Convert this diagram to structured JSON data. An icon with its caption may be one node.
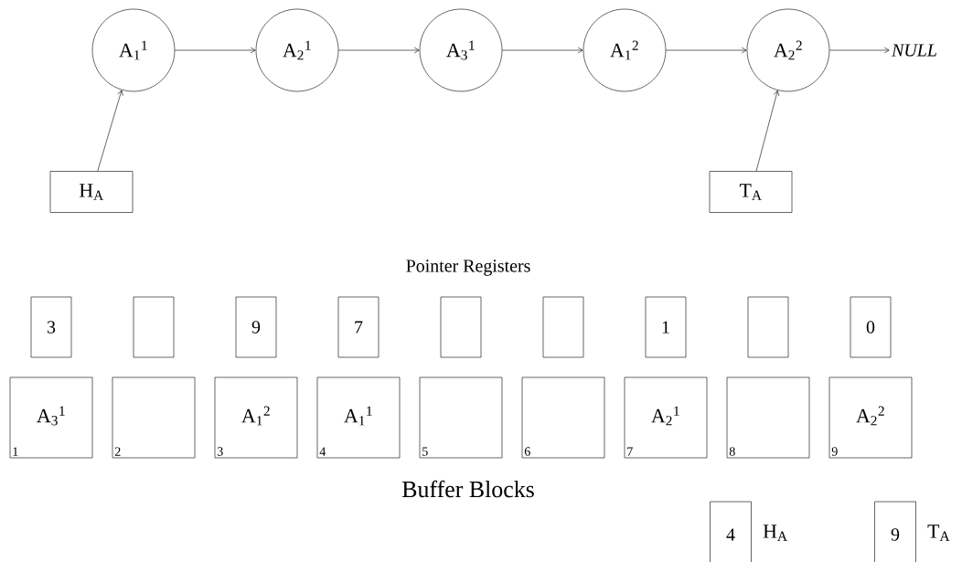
{
  "diagram": {
    "nodes": [
      {
        "text": [
          "A$_{1}$$^{1}$"
        ]
      },
      {
        "text": [
          "A$_{2}$$^{1}$"
        ]
      },
      {
        "text": [
          "A$_{3}$$^{1}$"
        ]
      },
      {
        "text": [
          "A$_{1}$$^{2}$"
        ]
      },
      {
        "text": [
          "A$_{2}$$^{2}$"
        ]
      },
      {
        "text": [
          "*NULL*"
        ]
      },
      {
        "text": [
          "H$_{A}$"
        ]
      },
      {
        "text": [
          "T$_{A}$"
        ]
      },
      {
        "text": [
          "3"
        ]
      },
      {
        "text": [],
        "shape": "box"
      },
      {
        "text": [
          "9"
        ]
      },
      {
        "text": [
          "7"
        ]
      },
      {
        "text": [],
        "shape": "box"
      },
      {
        "text": [],
        "shape": "box"
      },
      {
        "text": [
          "1"
        ]
      },
      {
        "text": [],
        "shape": "box"
      },
      {
        "text": [
          "0"
        ]
      },
      {
        "text": [
          "A$_{3}$$^{1}$",
          "1"
        ]
      },
      {
        "text": [
          "2"
        ]
      },
      {
        "text": [
          "A$_{1}$$^{2}$",
          "3"
        ]
      },
      {
        "text": [
          "A$_{1}$$^{1}$",
          "4"
        ]
      },
      {
        "text": [
          "5"
        ]
      },
      {
        "text": [
          "6"
        ]
      },
      {
        "text": [
          "A$_{2}$$^{1}$",
          "7"
        ]
      },
      {
        "text": [
          "8"
        ]
      },
      {
        "text": [
          "A$_{2}$$^{2}$",
          "9"
        ]
      },
      {
        "text": [
          "4"
        ],
        "beside": [
          "H$_{A}$"
        ]
      },
      {
        "text": [
          "9"
        ],
        "beside": [
          "T$_{A}$"
        ]
      }
    ],
    "edges": [
      {
        "from": 0,
        "to": 1,
        "arrow": "to"
      },
      {
        "from": 1,
        "to": 2,
        "arrow": "to"
      },
      {
        "from": 2,
        "to": 3,
        "arrow": "to"
      },
      {
        "from": 3,
        "to": 4,
        "arrow": "to"
      },
      {
        "from": 4,
        "to": 5,
        "arrow": "to"
      },
      {
        "from": 6,
        "to": 0,
        "arrow": "to"
      },
      {
        "from": 7,
        "to": 4,
        "arrow": "to"
      }
    ],
    "labels": [
      "Pointer Registers",
      "Buffer Blocks"
    ]
  }
}
